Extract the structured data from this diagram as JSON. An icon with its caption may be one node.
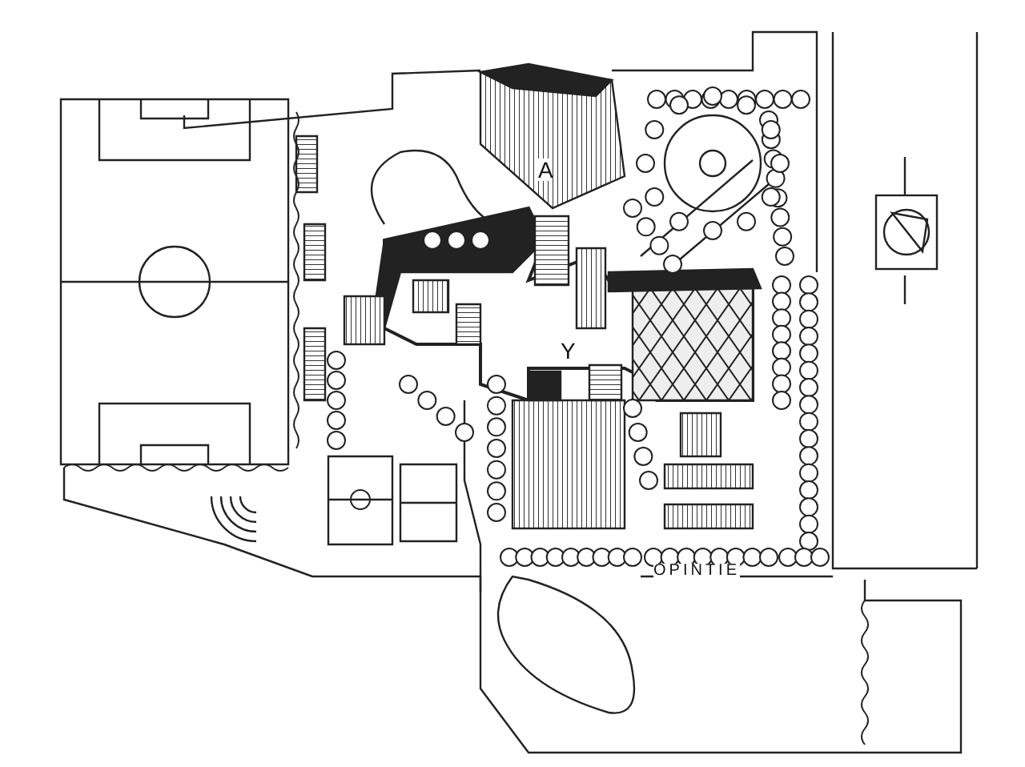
{
  "diagram": {
    "labels": [
      "A",
      "Y",
      "OPINTIE"
    ]
  }
}
